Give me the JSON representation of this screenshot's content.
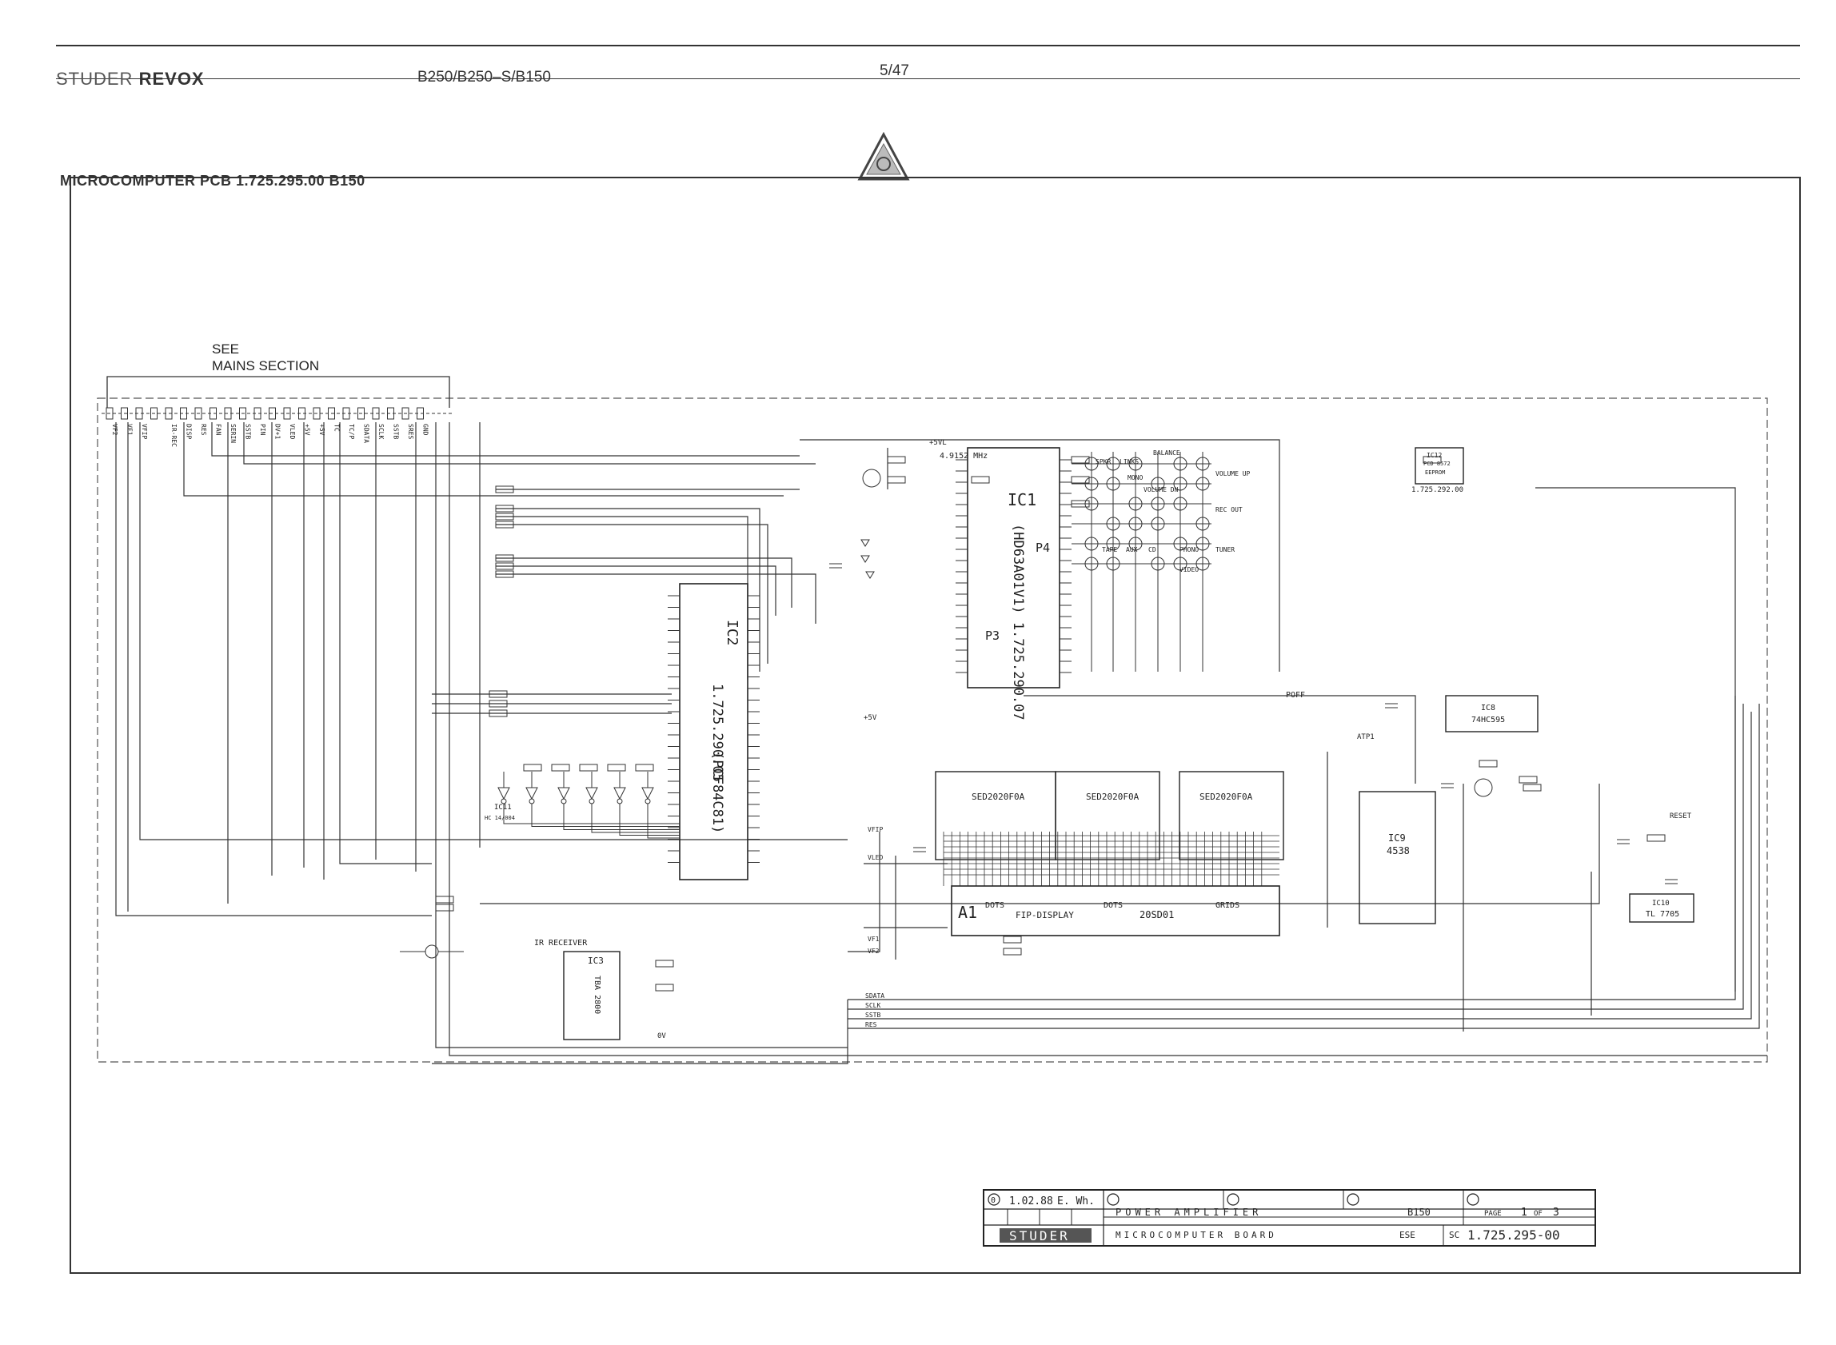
{
  "header": {
    "brand_left": "STUDER",
    "brand_right": "REVOX",
    "model": "B250/B250–S/B150",
    "page": "5/47"
  },
  "sheet": {
    "title": "MICROCOMPUTER PCB 1.725.295.00 B150",
    "see_note_line1": "SEE",
    "see_note_line2": "MAINS SECTION"
  },
  "connector_pins": [
    "VF2",
    "VF1",
    "VFIP",
    "",
    "IR-REC",
    "DISP",
    "RES",
    "FAN",
    "SERIN",
    "SSTB",
    "PIN",
    "DV+1",
    "VLED",
    "+5V",
    "+5V",
    "TC",
    "TC/P",
    "SDATA",
    "SCLK",
    "SSTB",
    "SRES",
    "GND"
  ],
  "components": {
    "ic1_name": "IC1",
    "ic1_part": "(HD63A01V1) 1.725.290.07",
    "ic1_port_p4": "P4",
    "ic1_port_p3": "P3",
    "ic2_name": "IC2",
    "ic2_part": "1.725.290.05",
    "ic2_type": "(PCF84C81)",
    "ic3_name": "IC3",
    "ic3_part": "TBA 2800",
    "ic3_label": "IR RECEIVER",
    "ic4_type": "SED2020F0A",
    "ic5_type": "SED2020F0A",
    "ic6_type": "SED2020F0A",
    "ic8_name": "IC8",
    "ic8_type": "74HC595",
    "ic9_name": "IC9",
    "ic9_type": "4538",
    "ic10_name": "IC10",
    "ic10_type": "TL 7705",
    "ic11_name": "IC11",
    "ic11_type": "HC 14/004",
    "ic12_name": "IC12",
    "ic12_type": "PCD 8572",
    "ic12_sub": "EEPROM",
    "ic12_part": "1.725.292.00",
    "display_name": "A1",
    "display_label": "FIP-DISPLAY",
    "display_part": "20SD01",
    "dots_1": "DOTS",
    "dots_2": "DOTS",
    "grids": "GRIDS",
    "crystal": "4.9152 MHz",
    "atp1": "ATP1",
    "poff": "POFF",
    "reset": "RESET",
    "supply_5vl": "+5VL",
    "supply_5v": "+5V",
    "supply_0v": "0V",
    "vfip": "VFIP",
    "vled": "VLED",
    "vf1": "VF1",
    "vf2": "VF2",
    "bus_sdata": "SDATA",
    "bus_sclk": "SCLK",
    "bus_sstb": "SSTB",
    "bus_res": "RES",
    "matrix_labels": [
      "BALANCE",
      "SPKR",
      "LINKS",
      "MONO",
      "TAPE",
      "AUX",
      "CD",
      "PHONO",
      "TUNER",
      "VIDEO",
      "REC OUT",
      "VOLUME UP",
      "VOLUME DN"
    ]
  },
  "title_block": {
    "rev": "0",
    "date": "1.02.88",
    "sign": "E. Wh.",
    "product": "POWER AMPLIFIER",
    "model": "B150",
    "page_label": "PAGE",
    "page_num": "1",
    "of_label": "OF",
    "page_total": "3",
    "logo": "STUDER",
    "board": "MICROCOMPUTER BOARD",
    "ese": "ESE",
    "sc": "SC",
    "drawing_no": "1.725.295-00"
  }
}
